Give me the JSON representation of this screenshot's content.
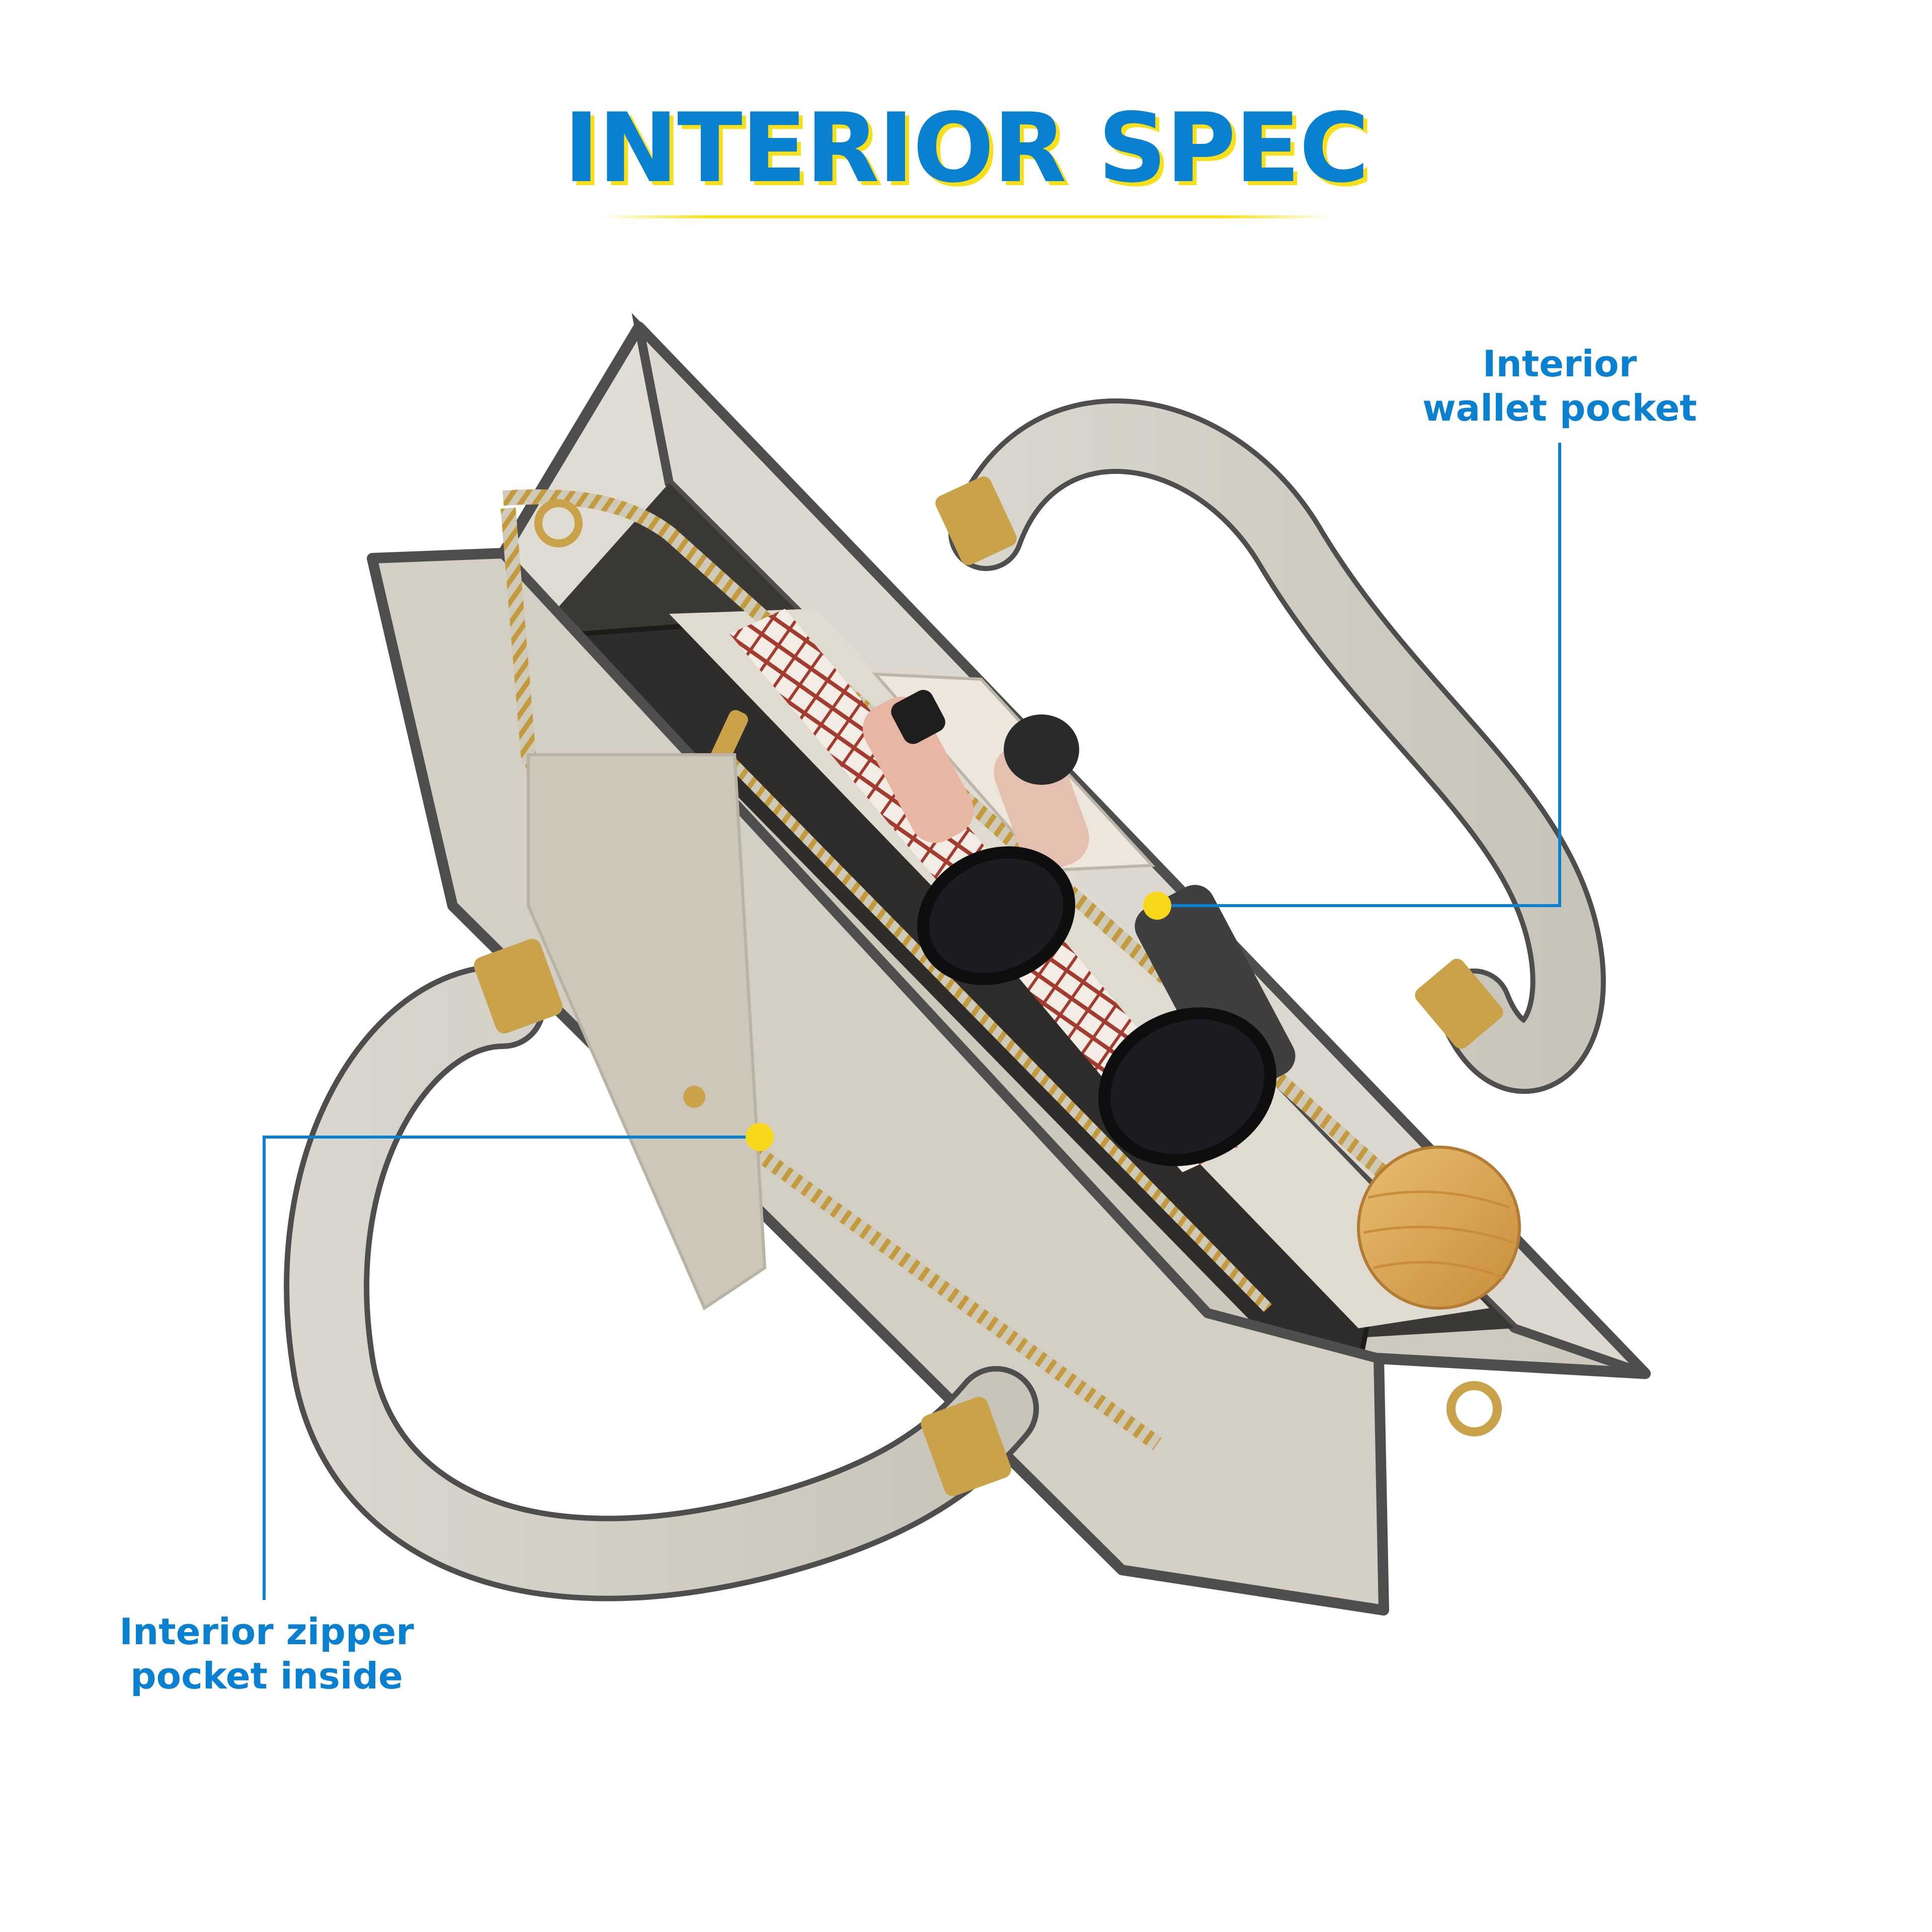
{
  "title": "INTERIOR SPEC",
  "callouts": {
    "wallet_pocket": {
      "line1": "Interior",
      "line2": "wallet pocket"
    },
    "zipper_pocket": {
      "line1": "Interior zipper",
      "line2": "pocket inside"
    }
  },
  "colors": {
    "title_blue": "#0a80d0",
    "title_shadow_yellow": "#f7e01a",
    "marker_yellow": "#f7d81a",
    "leader_line_blue": "#0a80d0",
    "bag_beige": "#d7d3c8",
    "bag_trim": "#4e4e4e",
    "hardware_gold": "#c9a24a"
  }
}
